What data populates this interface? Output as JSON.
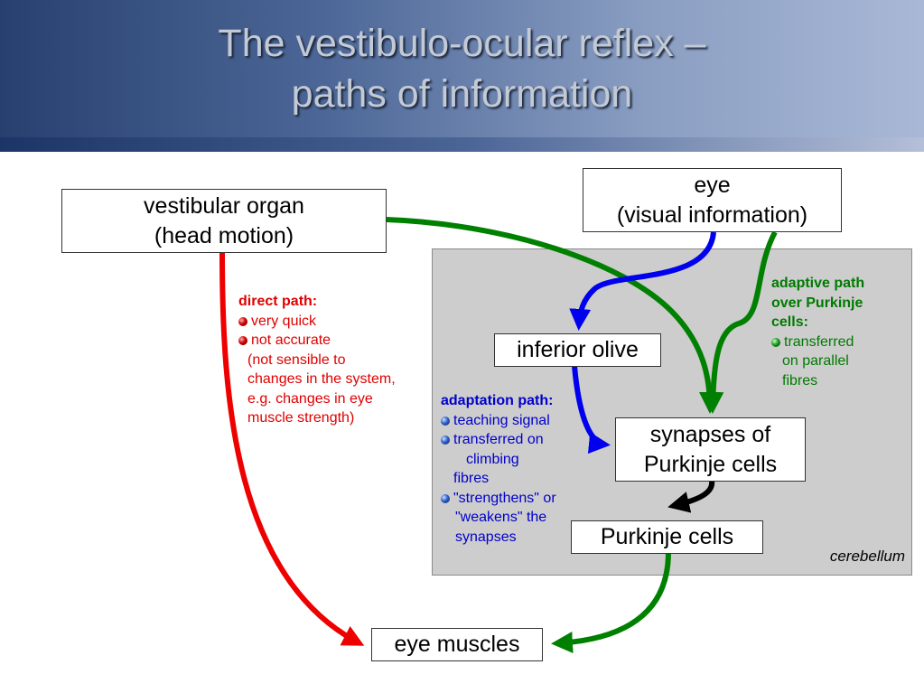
{
  "title": {
    "line1": "The vestibulo-ocular reflex –",
    "line2": "paths of information"
  },
  "boxes": {
    "vestibular": {
      "line1": "vestibular organ",
      "line2": "(head motion)"
    },
    "eye": {
      "line1": "eye",
      "line2": "(visual information)"
    },
    "olive": {
      "line1": "inferior olive"
    },
    "synapses": {
      "line1": "synapses of",
      "line2": "Purkinje cells"
    },
    "purkinje": {
      "line1": "Purkinje cells"
    },
    "muscles": {
      "line1": "eye muscles"
    }
  },
  "region_label": "cerebellum",
  "notes": {
    "direct": {
      "title": "direct path:",
      "items": [
        "very quick",
        "not accurate"
      ],
      "extra": [
        "(not sensible to",
        "changes in the system,",
        "e.g. changes in eye",
        "muscle strength)"
      ]
    },
    "adaptation": {
      "title": "adaptation path:",
      "item1": "teaching signal",
      "item2": [
        "transferred on",
        "climbing",
        "fibres"
      ],
      "item3": [
        "\"strengthens\" or",
        "\"weakens\" the",
        "synapses"
      ]
    },
    "adaptive": {
      "title": [
        "adaptive path",
        "over Purkinje",
        "cells:"
      ],
      "item": [
        "transferred",
        "on parallel",
        "fibres"
      ]
    }
  },
  "colors": {
    "direct_path": "#ee0000",
    "adaptation_path": "#0000ee",
    "adaptive_path": "#008000",
    "synapse_link": "#000000",
    "cerebellum_region": "#cdcdcd"
  }
}
